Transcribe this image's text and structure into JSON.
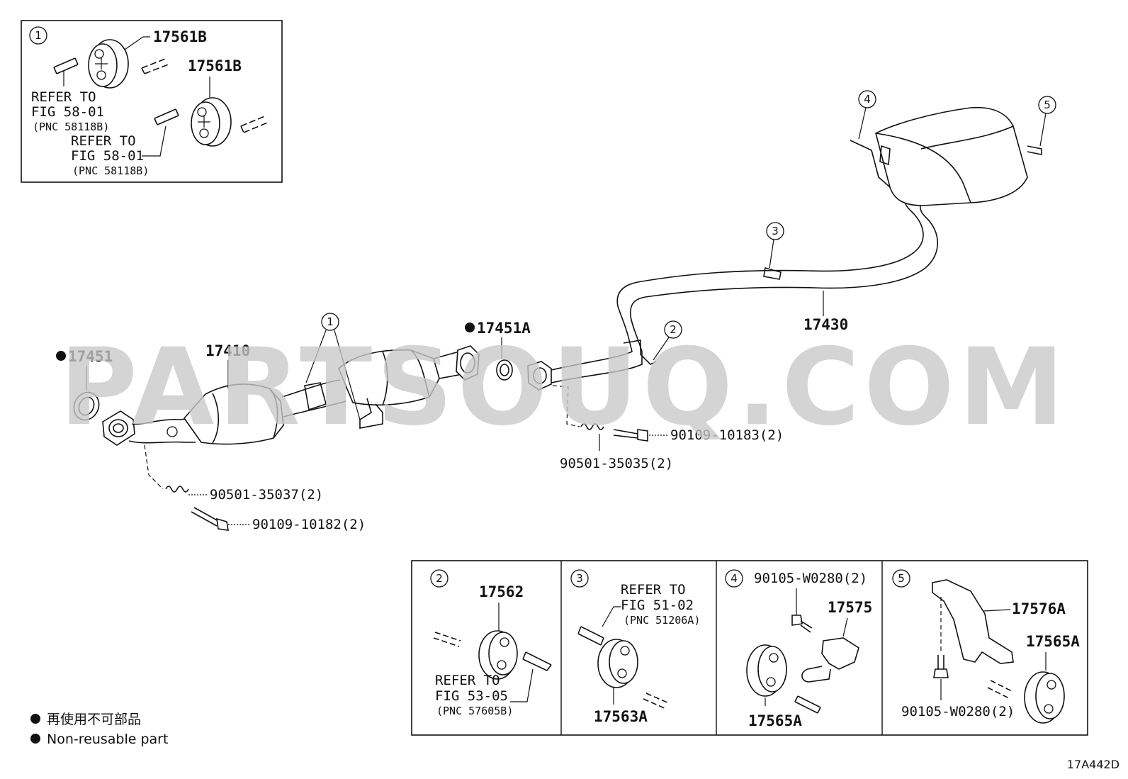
{
  "watermark": "PARTSOUQ.COM",
  "diagram_code": "17A442D",
  "legend": {
    "japanese": "再使用不可部品",
    "english": "Non-reusable part"
  },
  "main": {
    "part_17451": "17451",
    "part_17410": "17410",
    "part_17451A": "17451A",
    "part_17430": "17430",
    "bolt_left": "90109-10182(2)",
    "spring_left": "90501-35037(2)",
    "bolt_right": "90109-10183(2)",
    "spring_right": "90501-35035(2)",
    "callout_1": "1",
    "callout_2": "2",
    "callout_3": "3",
    "callout_4": "4",
    "callout_5": "5"
  },
  "inset1": {
    "number": "1",
    "part_a": "17561B",
    "part_b": "17561B",
    "refer_a": [
      "REFER TO",
      "FIG 58-01",
      "(PNC 58118B)"
    ],
    "refer_b": [
      "REFER TO",
      "FIG 58-01",
      "(PNC 58118B)"
    ]
  },
  "inset2": {
    "number": "2",
    "part": "17562",
    "refer": [
      "REFER TO",
      "FIG 53-05",
      "(PNC 57605B)"
    ]
  },
  "inset3": {
    "number": "3",
    "part": "17563A",
    "refer": [
      "REFER TO",
      "FIG 51-02",
      "(PNC 51206A)"
    ]
  },
  "inset4": {
    "number": "4",
    "bolt": "90105-W0280(2)",
    "part_bracket": "17575",
    "part_hanger": "17565A"
  },
  "inset5": {
    "number": "5",
    "part_bracket": "17576A",
    "part_hanger": "17565A",
    "bolt": "90105-W0280(2)"
  }
}
